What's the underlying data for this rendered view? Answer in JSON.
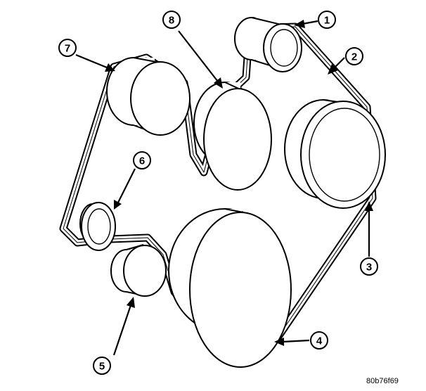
{
  "callouts": [
    {
      "id": "callout-1",
      "label": "1"
    },
    {
      "id": "callout-2",
      "label": "2"
    },
    {
      "id": "callout-3",
      "label": "3"
    },
    {
      "id": "callout-4",
      "label": "4"
    },
    {
      "id": "callout-5",
      "label": "5"
    },
    {
      "id": "callout-6",
      "label": "6"
    },
    {
      "id": "callout-7",
      "label": "7"
    },
    {
      "id": "callout-8",
      "label": "8"
    }
  ],
  "figure_code": "80b76f69",
  "colors": {
    "line": "#000000",
    "fill": "#ffffff"
  }
}
